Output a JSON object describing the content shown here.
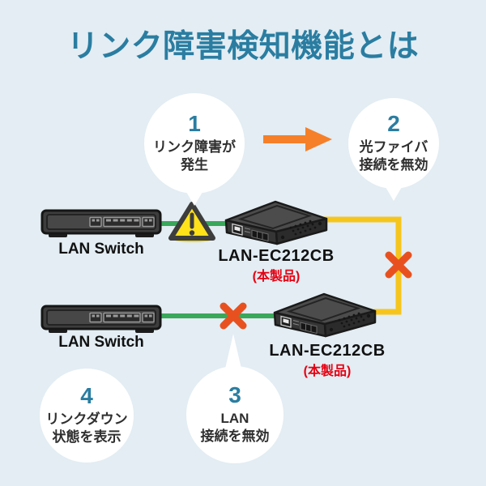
{
  "title": "リンク障害検知機能とは",
  "steps": [
    {
      "number": "1",
      "line1": "リンク障害が",
      "line2": "発生"
    },
    {
      "number": "2",
      "line1": "光ファイバ",
      "line2": "接続を無効"
    },
    {
      "number": "3",
      "line1": "LAN",
      "line2": "接続を無効"
    },
    {
      "number": "4",
      "line1": "リンクダウン",
      "line2": "状態を表示"
    }
  ],
  "devices": {
    "lan_switch_1": {
      "label": "LAN Switch"
    },
    "lan_switch_2": {
      "label": "LAN Switch"
    },
    "converter_1": {
      "label": "LAN-EC212CB",
      "sublabel": "(本製品)"
    },
    "converter_2": {
      "label": "LAN-EC212CB",
      "sublabel": "(本製品)"
    }
  },
  "icons": {
    "warning": "warning-triangle",
    "arrow": "arrow-right",
    "x_fiber": "x-mark",
    "x_lan": "x-mark"
  },
  "colors": {
    "background": "#e3edf3",
    "title": "#2a7da1",
    "step_number": "#2a7da1",
    "text_dark": "#2f2f2f",
    "green_line": "#3aa75a",
    "yellow_line": "#f6c51d",
    "orange_arrow": "#f58029",
    "red_x": "#e8511f",
    "warning_yellow": "#ffe11a",
    "product_red": "#e60012"
  }
}
